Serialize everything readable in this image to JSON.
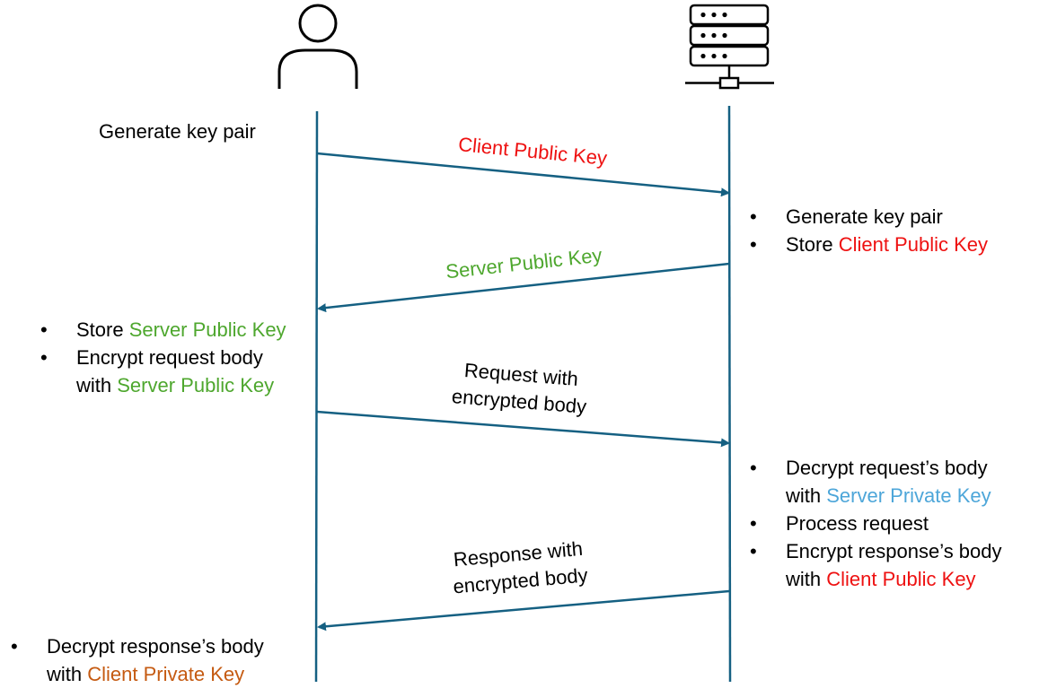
{
  "colors": {
    "line": "#156082",
    "icon": "#000000",
    "client_public_key": "#ee1111",
    "server_public_key": "#4ea72e",
    "server_private_key": "#4da6d9",
    "client_private_key": "#c55a11"
  },
  "participants": {
    "client": {
      "icon": "user-icon"
    },
    "server": {
      "icon": "server-icon"
    }
  },
  "client_steps": {
    "generate": "Generate key pair",
    "store_prefix": "Store ",
    "store_key": "Server Public Key",
    "encrypt_line1": "Encrypt request body",
    "encrypt_prefix": "with ",
    "encrypt_key": "Server Public Key",
    "decrypt_line1": "Decrypt response’s body",
    "decrypt_prefix": "with ",
    "decrypt_key": "Client Private Key"
  },
  "server_steps": {
    "generate": "Generate key pair",
    "store_prefix": "Store ",
    "store_key": "Client Public Key",
    "decrypt_line1": "Decrypt request’s body",
    "decrypt_prefix": "with ",
    "decrypt_key": "Server Private Key",
    "process": "Process request",
    "encrypt_line1": "Encrypt response’s body",
    "encrypt_prefix": "with ",
    "encrypt_key": "Client Public Key"
  },
  "messages": {
    "m1": "Client Public Key",
    "m2": "Server Public Key",
    "m3_line1": "Request with",
    "m3_line2": "encrypted body",
    "m4_line1": "Response with",
    "m4_line2": "encrypted body"
  },
  "bullet": "•"
}
